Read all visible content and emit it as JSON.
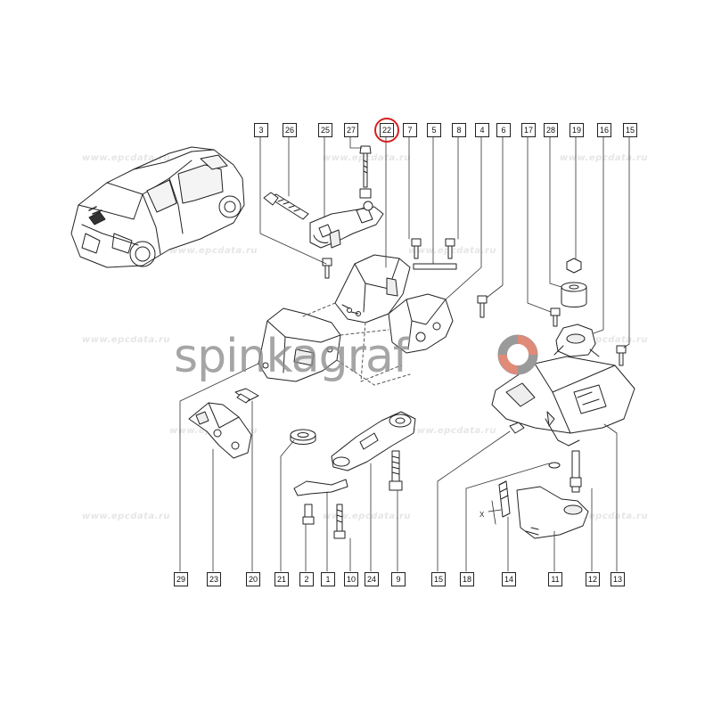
{
  "watermark_text": "www.epcdata.ru",
  "brand": {
    "name": "spinkagraf"
  },
  "highlight": {
    "callout": "22",
    "color": "#d62020"
  },
  "callouts_top": [
    "3",
    "26",
    "25",
    "27",
    "22",
    "7",
    "5",
    "8",
    "4",
    "6",
    "17",
    "28",
    "19",
    "16",
    "15"
  ],
  "callouts_bottom": [
    "29",
    "23",
    "20",
    "21",
    "2",
    "1",
    "10",
    "24",
    "9",
    "15",
    "18",
    "14",
    "11",
    "12",
    "13"
  ],
  "detail_mark": "X"
}
